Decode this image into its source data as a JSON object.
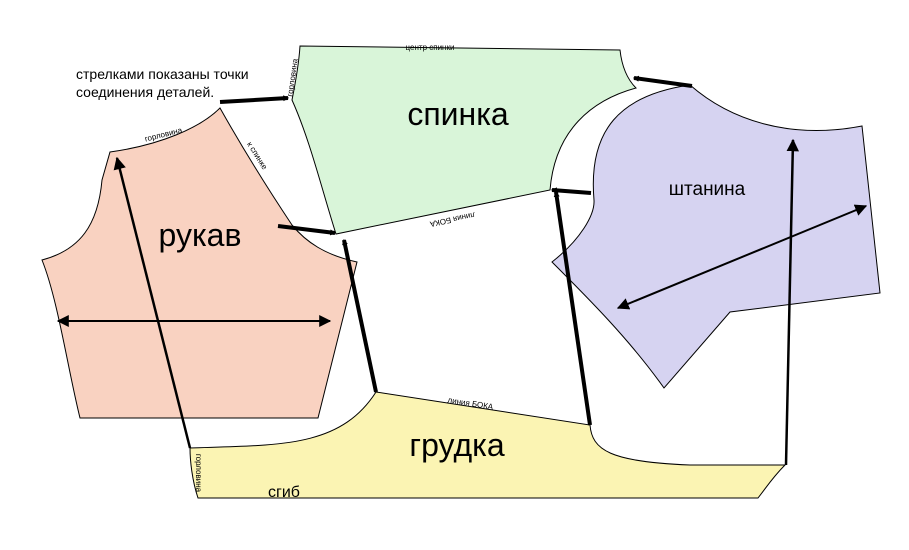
{
  "pieces": {
    "back": {
      "label": "спинка",
      "color": "#d9f5d9"
    },
    "sleeve": {
      "label": "рукав",
      "color": "#f9d2c1"
    },
    "front": {
      "label": "грудка",
      "color": "#fbf4b3"
    },
    "leg": {
      "label": "штанина",
      "color": "#d6d3f1"
    }
  },
  "edge_labels": {
    "back_center": "центр спинки",
    "back_neck": "горловина",
    "back_side": "линия БОКА",
    "sleeve_neck": "горловина",
    "sleeve_to_back": "к спинке",
    "front_side": "линия БОКА",
    "front_neck": "горловина",
    "fold": "сгиб"
  },
  "note": {
    "line1": "стрелками показаны точки",
    "line2": "соединения деталей."
  }
}
